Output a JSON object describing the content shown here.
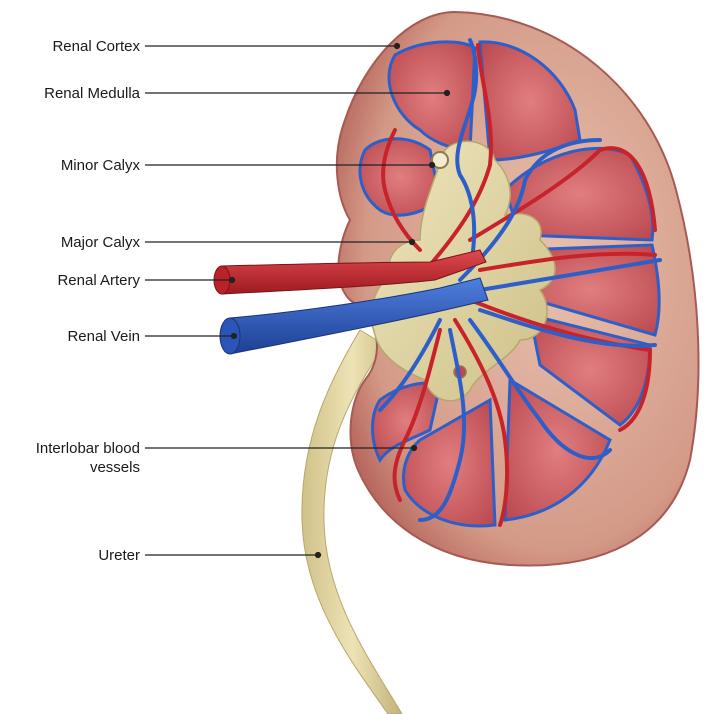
{
  "labels": {
    "renal_cortex": "Renal Cortex",
    "renal_medulla": "Renal Medulla",
    "minor_calyx": "Minor Calyx",
    "major_calyx": "Major Calyx",
    "renal_artery": "Renal Artery",
    "renal_vein": "Renal Vein",
    "interlobar_line1": "Interlobar blood",
    "interlobar_line2": "vessels",
    "ureter": "Ureter"
  },
  "colors": {
    "cortex": "#d9a897",
    "medulla": "#c8575d",
    "pelvis": "#e6dcae",
    "artery": "#c8232b",
    "vein": "#2e5fc9",
    "leader": "#222222"
  }
}
